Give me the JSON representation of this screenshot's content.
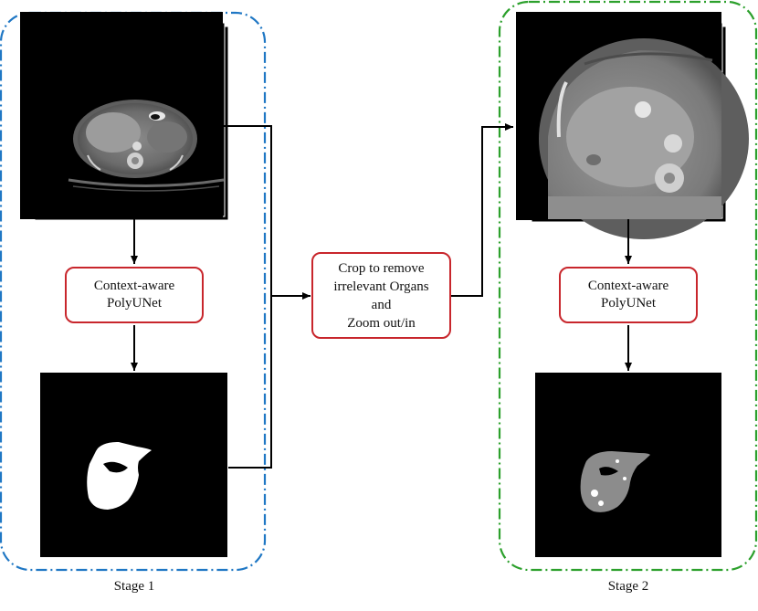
{
  "stage1": {
    "label": "Stage 1",
    "border_color": "#1f77c4",
    "model_box": {
      "lines": [
        "Context-aware",
        "PolyUNet"
      ]
    }
  },
  "stage2": {
    "label": "Stage 2",
    "border_color": "#2ca02c",
    "model_box": {
      "lines": [
        "Context-aware",
        "PolyUNet"
      ]
    }
  },
  "middle_box": {
    "lines": [
      "Crop to remove",
      "irrelevant Organs",
      "and",
      "Zoom out/in"
    ]
  },
  "colors": {
    "box_border": "#c8262c",
    "arrow": "#000000",
    "image_bg": "#000000",
    "mask_stage1": "#ffffff",
    "mask_stage2": "#8c8c8c"
  }
}
